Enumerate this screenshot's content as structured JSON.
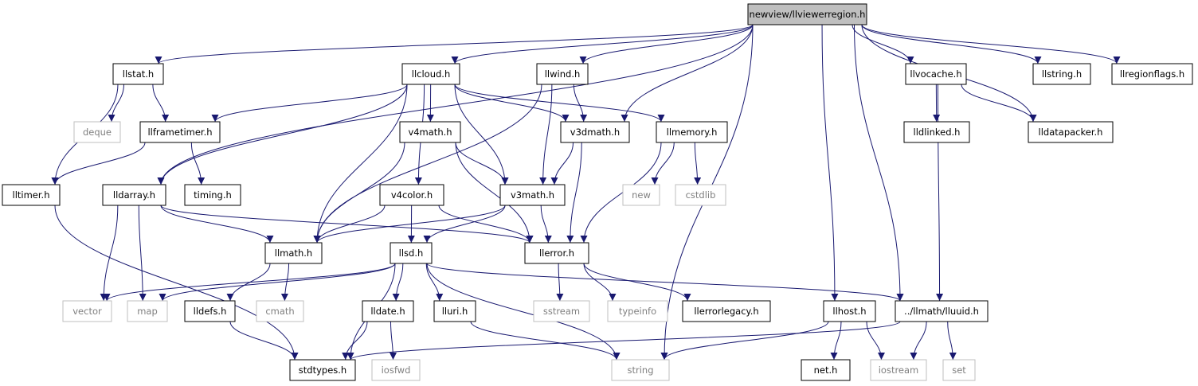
{
  "colors": {
    "edge": "#191970",
    "node_border": "#000000",
    "system_border": "#bfbfbf",
    "root_fill": "#bfbfbf",
    "system_text": "#808080"
  },
  "nodes": {
    "root": "newview/llviewerregion.h",
    "llstat": "llstat.h",
    "llcloud": "llcloud.h",
    "llwind": "llwind.h",
    "llvocache": "llvocache.h",
    "llstring": "llstring.h",
    "llregionflags": "llregionflags.h",
    "deque": "deque",
    "llframetimer": "llframetimer.h",
    "v4math": "v4math.h",
    "v3dmath": "v3dmath.h",
    "llmemory": "llmemory.h",
    "lldlinked": "lldlinked.h",
    "lldatapacker": "lldatapacker.h",
    "lltimer": "lltimer.h",
    "lldarray": "lldarray.h",
    "timing": "timing.h",
    "v4color": "v4color.h",
    "v3math": "v3math.h",
    "new": "new",
    "cstdlib": "cstdlib",
    "llmath": "llmath.h",
    "llsd": "llsd.h",
    "llerror": "llerror.h",
    "vector": "vector",
    "map": "map",
    "lldefs": "lldefs.h",
    "cmath": "cmath",
    "lldate": "lldate.h",
    "lluri": "lluri.h",
    "sstream": "sstream",
    "typeinfo": "typeinfo",
    "llerrorlegacy": "llerrorlegacy.h",
    "llhost": "llhost.h",
    "lluuid": "../llmath/lluuid.h",
    "stdtypes": "stdtypes.h",
    "iosfwd": "iosfwd",
    "string": "string",
    "net": "net.h",
    "iostream": "iostream",
    "set": "set"
  },
  "edges": [
    [
      "root",
      "llstat"
    ],
    [
      "root",
      "llcloud"
    ],
    [
      "root",
      "llwind"
    ],
    [
      "root",
      "llvocache"
    ],
    [
      "root",
      "llstring"
    ],
    [
      "root",
      "llregionflags"
    ],
    [
      "root",
      "lldarray"
    ],
    [
      "root",
      "v3dmath"
    ],
    [
      "root",
      "string"
    ],
    [
      "root",
      "llhost"
    ],
    [
      "root",
      "lluuid"
    ],
    [
      "root",
      "lldatapacker"
    ],
    [
      "llstat",
      "deque"
    ],
    [
      "llstat",
      "llframetimer"
    ],
    [
      "llstat",
      "lltimer"
    ],
    [
      "llcloud",
      "llframetimer"
    ],
    [
      "llcloud",
      "lldarray"
    ],
    [
      "llcloud",
      "llmath"
    ],
    [
      "llcloud",
      "v4math"
    ],
    [
      "llcloud",
      "v3dmath"
    ],
    [
      "llcloud",
      "v3math"
    ],
    [
      "llcloud",
      "llmemory"
    ],
    [
      "llcloud",
      "v4color"
    ],
    [
      "llwind",
      "v3dmath"
    ],
    [
      "llwind",
      "v3math"
    ],
    [
      "llwind",
      "llmath"
    ],
    [
      "llvocache",
      "lldlinked"
    ],
    [
      "llvocache",
      "lldatapacker"
    ],
    [
      "llvocache",
      "lluuid"
    ],
    [
      "llframetimer",
      "lltimer"
    ],
    [
      "llframetimer",
      "timing"
    ],
    [
      "v4math",
      "v3math"
    ],
    [
      "v4math",
      "llmath"
    ],
    [
      "v4math",
      "llerror"
    ],
    [
      "v3dmath",
      "v3math"
    ],
    [
      "v3dmath",
      "llerror"
    ],
    [
      "llmemory",
      "new"
    ],
    [
      "llmemory",
      "cstdlib"
    ],
    [
      "llmemory",
      "llerror"
    ],
    [
      "lltimer",
      "stdtypes"
    ],
    [
      "lldarray",
      "vector"
    ],
    [
      "lldarray",
      "map"
    ],
    [
      "lldarray",
      "llmath"
    ],
    [
      "lldarray",
      "llerror"
    ],
    [
      "v4color",
      "llmath"
    ],
    [
      "v4color",
      "llsd"
    ],
    [
      "v4color",
      "llerror"
    ],
    [
      "v3math",
      "llmath"
    ],
    [
      "v3math",
      "llsd"
    ],
    [
      "v3math",
      "llerror"
    ],
    [
      "llmath",
      "cmath"
    ],
    [
      "llmath",
      "lldefs"
    ],
    [
      "llsd",
      "vector"
    ],
    [
      "llsd",
      "map"
    ],
    [
      "llsd",
      "lldate"
    ],
    [
      "llsd",
      "lluri"
    ],
    [
      "llsd",
      "stdtypes"
    ],
    [
      "llsd",
      "string"
    ],
    [
      "llsd",
      "lluuid"
    ],
    [
      "llerror",
      "sstream"
    ],
    [
      "llerror",
      "typeinfo"
    ],
    [
      "llerror",
      "llerrorlegacy"
    ],
    [
      "lldefs",
      "stdtypes"
    ],
    [
      "lldate",
      "stdtypes"
    ],
    [
      "lldate",
      "iosfwd"
    ],
    [
      "lluri",
      "string"
    ],
    [
      "llhost",
      "net"
    ],
    [
      "llhost",
      "iostream"
    ],
    [
      "llhost",
      "string"
    ],
    [
      "lluuid",
      "stdtypes"
    ],
    [
      "lluuid",
      "iostream"
    ],
    [
      "lluuid",
      "set"
    ]
  ]
}
